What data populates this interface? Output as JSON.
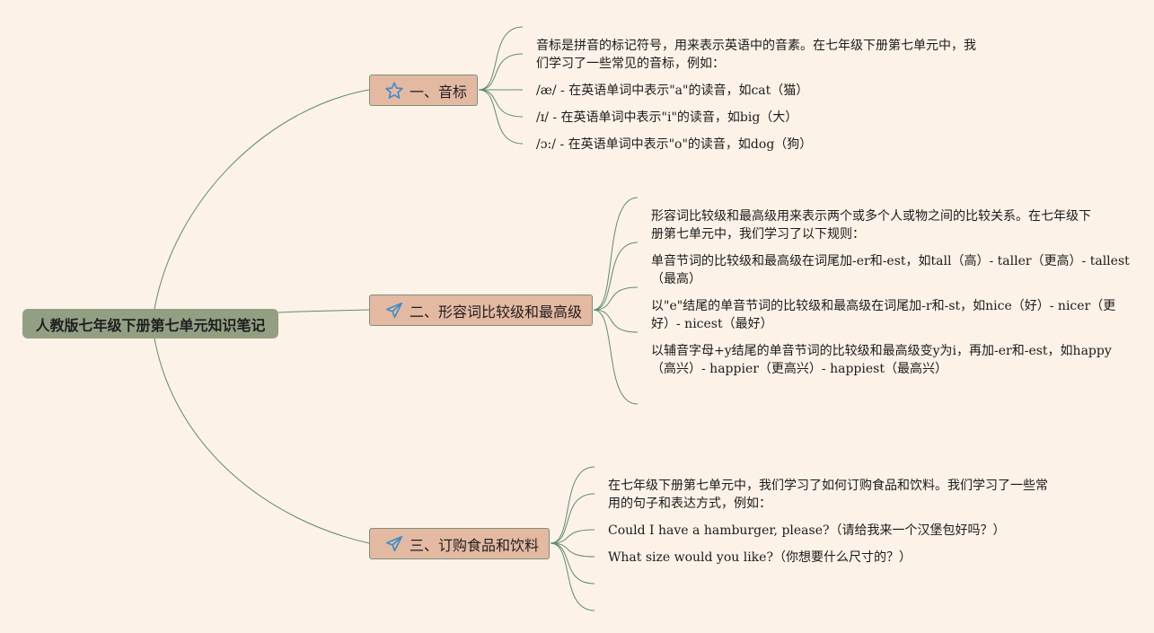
{
  "root": {
    "title": "人教版七年级下册第七单元知识笔记"
  },
  "branches": [
    {
      "title": "一、音标",
      "icon": "star-icon",
      "leaves": [
        [
          "音标是拼音的标记符号，用来表示英语中的音素。在七年级下册第七单元中，我",
          "们学习了一些常见的音标，例如："
        ],
        [
          "/æ/ - 在英语单词中表示\"a\"的读音，如cat（猫）"
        ],
        [
          "/ɪ/ - 在英语单词中表示\"i\"的读音，如big（大）"
        ],
        [
          "/ɔ:/ - 在英语单词中表示\"o\"的读音，如dog（狗）"
        ]
      ]
    },
    {
      "title": "二、形容词比较级和最高级",
      "icon": "paper-plane-icon",
      "leaves": [
        [
          "形容词比较级和最高级用来表示两个或多个人或物之间的比较关系。在七年级下",
          "册第七单元中，我们学习了以下规则："
        ],
        [
          "单音节词的比较级和最高级在词尾加-er和-est，如tall（高）- taller（更高）- tallest",
          "（最高）"
        ],
        [
          "以\"e\"结尾的单音节词的比较级和最高级在词尾加-r和-st，如nice（好）- nicer（更",
          "好）- nicest（最好）"
        ],
        [
          "以辅音字母+y结尾的单音节词的比较级和最高级变y为i，再加-er和-est，如happy",
          "（高兴）- happier（更高兴）- happiest（最高兴）"
        ]
      ]
    },
    {
      "title": "三、订购食品和饮料",
      "icon": "paper-plane-icon",
      "leaves": [
        [
          "在七年级下册第七单元中，我们学习了如何订购食品和饮料。我们学习了一些常",
          "用的句子和表达方式，例如："
        ],
        [
          "Could I have a hamburger, please?（请给我来一个汉堡包好吗？）"
        ],
        [
          "What size would you like?（你想要什么尺寸的？）"
        ]
      ]
    }
  ],
  "colors": {
    "background": "#fdf2e8",
    "root": "#939f83",
    "branch": "#e4b9a2",
    "line": "#5f8a72",
    "icon": "#3d8ec9"
  }
}
